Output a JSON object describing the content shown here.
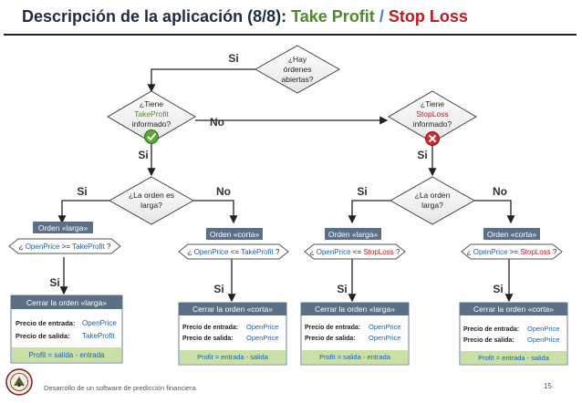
{
  "header": {
    "title_main": "Descripción de la aplicación (8/8):",
    "title_tp": "Take Profit",
    "title_sep": "/",
    "title_sl": "Stop Loss"
  },
  "colors": {
    "green": "#4f8a2a",
    "red": "#c0181f",
    "blue": "#1f5fb3",
    "diamond_fill": "#ffffff",
    "box_head": "#5b6f86",
    "box_footer": "#c9e0a6"
  },
  "labels": {
    "si": "Si",
    "no": "No"
  },
  "decisions": {
    "hay_ordenes": [
      "¿Hay",
      "órdenes",
      "abiertas?"
    ],
    "tiene_tp": [
      "¿Tiene",
      "TakeProfit",
      "informado?"
    ],
    "tiene_sl": [
      "¿Tiene",
      "StopLoss",
      "informado?"
    ],
    "orden_larga_left": [
      "¿La orden es",
      "larga?"
    ],
    "orden_larga_right": [
      "¿La orden",
      "larga?"
    ]
  },
  "conditions": {
    "c1": {
      "head": "Orden «larga»",
      "pre": "¿ ",
      "a": "OpenPrice",
      "op": " >= ",
      "b": "TakeProfit",
      "post": " ?"
    },
    "c2": {
      "head": "Orden «corta»",
      "pre": "¿ ",
      "a": "OpenPrice",
      "op": " <= ",
      "b": "TakeProfit",
      "post": " ?"
    },
    "c3": {
      "head": "Orden «larga»",
      "pre": "¿ ",
      "a": "OpenPrice",
      "op": " <= ",
      "b": "StopLoss",
      "post": " ?"
    },
    "c4": {
      "head": "Orden «corta»",
      "pre": "¿ ",
      "a": "OpenPrice",
      "op": " >= ",
      "b": "StopLoss",
      "post": " ?"
    }
  },
  "actions": {
    "a1": {
      "head": "Cerrar la orden «larga»",
      "entrada_lbl": "Precio de entrada:",
      "entrada_val": "OpenPrice",
      "salida_lbl": "Precio de salida:",
      "salida_val": "TakeProfit",
      "profit": "Profit = salida - entrada"
    },
    "a2": {
      "head": "Cerrar la orden «corta»",
      "entrada_lbl": "Precio de entrada:",
      "entrada_val": "OpenPrice",
      "salida_lbl": "Precio de salida:",
      "salida_val": "OpenPrice",
      "profit": "Profit = entrada - salida"
    },
    "a3": {
      "head": "Cerrar la orden «larga»",
      "entrada_lbl": "Precio de entrada:",
      "entrada_val": "OpenPrice",
      "salida_lbl": "Precio de salida:",
      "salida_val": "OpenPrice",
      "profit": "Profit = salida - entrada"
    },
    "a4": {
      "head": "Cerrar la orden «corta»",
      "entrada_lbl": "Precio de entrada:",
      "entrada_val": "OpenPrice",
      "salida_lbl": "Precio de salida:",
      "salida_val": "OpenPrice",
      "profit": "Profit = entrada - salida"
    }
  },
  "footer": {
    "text": "Desarrollo de un software de predicción financiera",
    "page": "15"
  }
}
